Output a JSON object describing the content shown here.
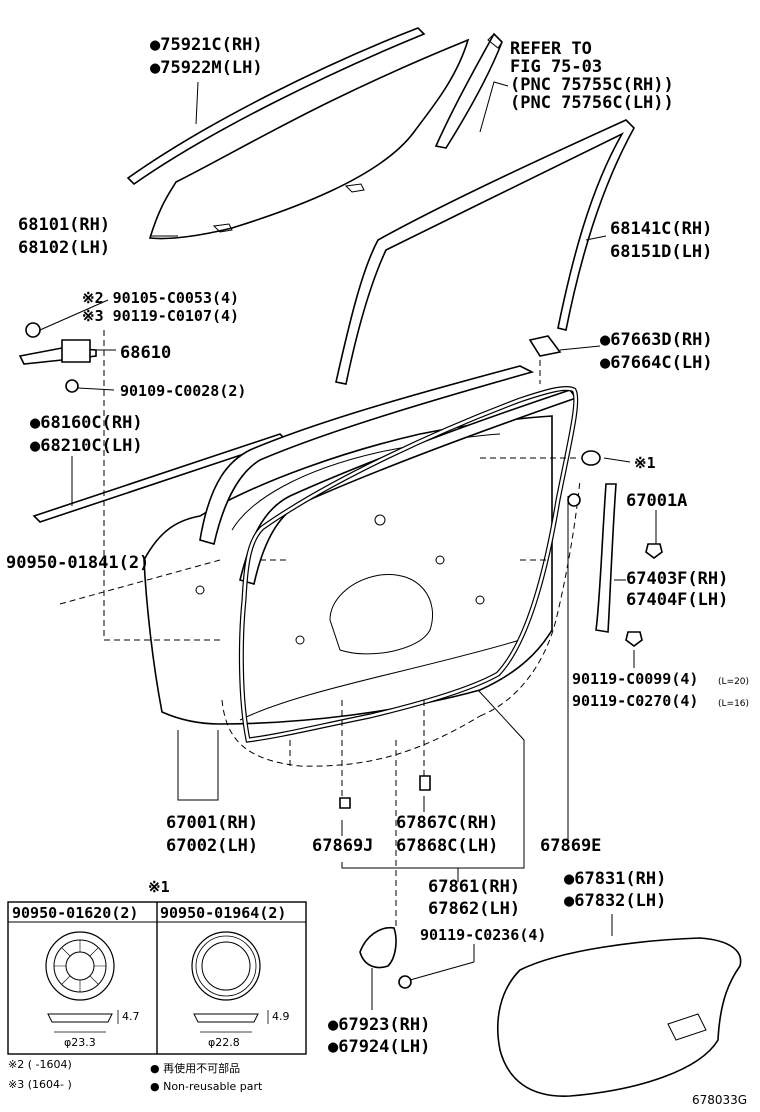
{
  "labels": {
    "glass_rh": "●75921C(RH)",
    "glass_lh": "●75922M(LH)",
    "refer_1": "REFER TO",
    "refer_2": "FIG 75-03",
    "refer_3": "(PNC 75755C(RH))",
    "refer_4": "(PNC 75756C(LH))",
    "door_glass_rh": "68101(RH)",
    "door_glass_lh": "68102(LH)",
    "channel_rh": "68141C(RH)",
    "channel_lh": "68151D(LH)",
    "bolt_a": "※2 90105-C0053(4)",
    "bolt_b": "※3 90119-C0107(4)",
    "check": "68610",
    "bolt_c": "90109-C0028(2)",
    "seal_rh": "●68160C(RH)",
    "seal_lh": "●68210C(LH)",
    "cover_rh": "●67663D(RH)",
    "cover_lh": "●67664C(LH)",
    "plug_ref": "※1",
    "clip_a": "67001A",
    "hole_plug": "90950-01841(2)",
    "frame_rh": "67403F(RH)",
    "frame_lh": "67404F(LH)",
    "screw_1": "90119-C0099(4)",
    "screw_1_note": "(L=20)",
    "screw_2": "90119-C0270(4)",
    "screw_2_note": "(L=16)",
    "door_rh": "67001(RH)",
    "door_lh": "67002(LH)",
    "w_869j": "67869J",
    "w_867c": "67867C(RH)",
    "w_868c": "67868C(LH)",
    "w_869e": "67869E",
    "ws_rh": "67861(RH)",
    "ws_lh": "67862(LH)",
    "service_rh": "●67831(RH)",
    "service_lh": "●67832(LH)",
    "bracket_screw": "90119-C0236(4)",
    "bracket_rh": "●67923(RH)",
    "bracket_lh": "●67924(LH)",
    "detail_ref": "※1",
    "plug_a": "90950-01620(2)",
    "plug_b": "90950-01964(2)",
    "plug_a_h": "4.7",
    "plug_a_d": "φ23.3",
    "plug_b_h": "4.9",
    "plug_b_d": "φ22.8",
    "note2": "※2 (    -1604)",
    "note3": "※3 (1604-    )",
    "legend_jp": "● 再使用不可部品",
    "legend_en": "● Non-reusable part",
    "figure_no": "678033G"
  }
}
